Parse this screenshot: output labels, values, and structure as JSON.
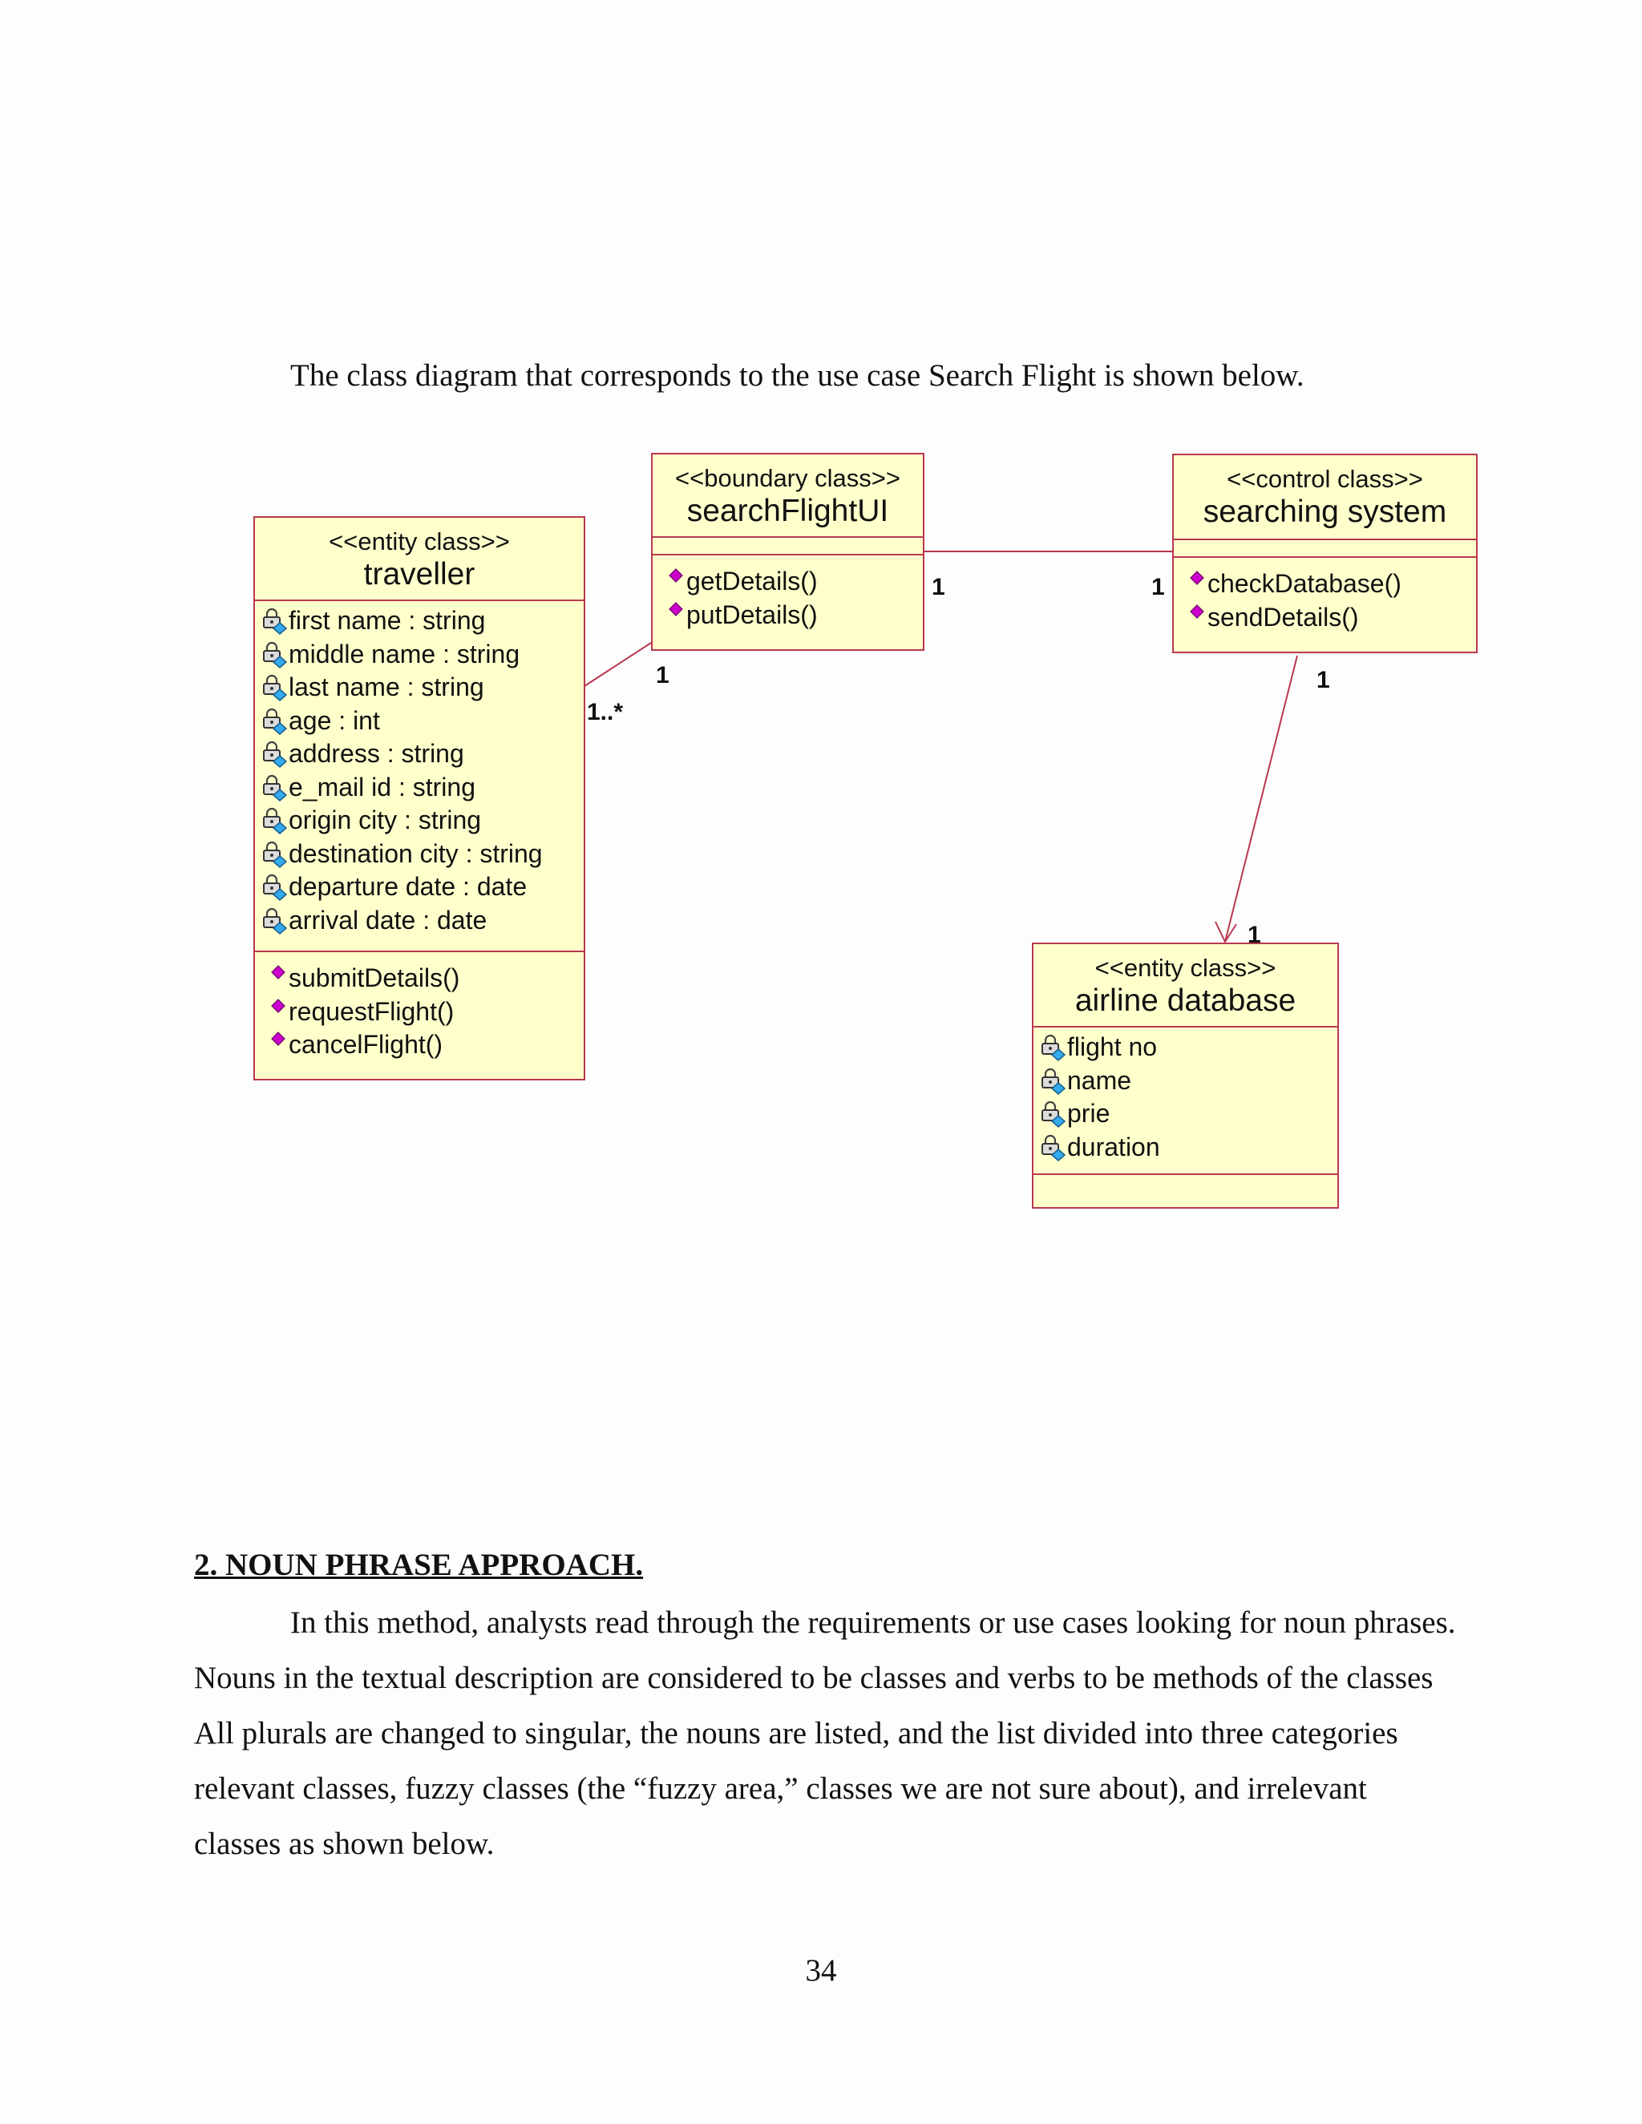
{
  "intro_text": "The class diagram that corresponds to the use case Search Flight is shown below.",
  "diagram": {
    "classes": {
      "traveller": {
        "stereotype": "<<entity class>>",
        "name": "traveller",
        "attributes": [
          "first name : string",
          "middle name : string",
          "last name : string",
          "age : int",
          "address : string",
          "e_mail id : string",
          "origin city : string",
          "destination city : string",
          "departure date : date",
          "arrival date : date"
        ],
        "operations": [
          "submitDetails()",
          "requestFlight()",
          "cancelFlight()"
        ]
      },
      "searchFlightUI": {
        "stereotype": "<<boundary class>>",
        "name": "searchFlightUI",
        "attributes": [],
        "operations": [
          "getDetails()",
          "putDetails()"
        ]
      },
      "searching_system": {
        "stereotype": "<<control class>>",
        "name": "searching system",
        "attributes": [],
        "operations": [
          "checkDatabase()",
          "sendDetails()"
        ]
      },
      "airline_database": {
        "stereotype": "<<entity class>>",
        "name": "airline database",
        "attributes": [
          "flight no",
          "name",
          "prie",
          "duration"
        ],
        "operations": []
      }
    },
    "multiplicities": {
      "traveller_ui_traveller_end": "1..*",
      "traveller_ui_ui_end": "1",
      "ui_system_ui_end": "1",
      "ui_system_system_end": "1",
      "system_db_system_end": "1",
      "system_db_db_end": "1"
    },
    "colors": {
      "box_fill": "#ffffcc",
      "box_border": "#b8384f",
      "operation_icon": "#cc00cc",
      "attribute_icon_accent": "#33aaee"
    }
  },
  "section_heading": "2. NOUN PHRASE APPROACH.",
  "paragraph": "In this method, analysts read through the requirements or use cases looking for noun phrases. Nouns in the textual description are considered to be classes and verbs to be methods of the classes All plurals are changed to singular, the nouns are listed, and the list divided into three categories relevant classes, fuzzy classes (the “fuzzy area,” classes we are not sure about), and irrelevant classes as shown below.",
  "page_number": "34"
}
